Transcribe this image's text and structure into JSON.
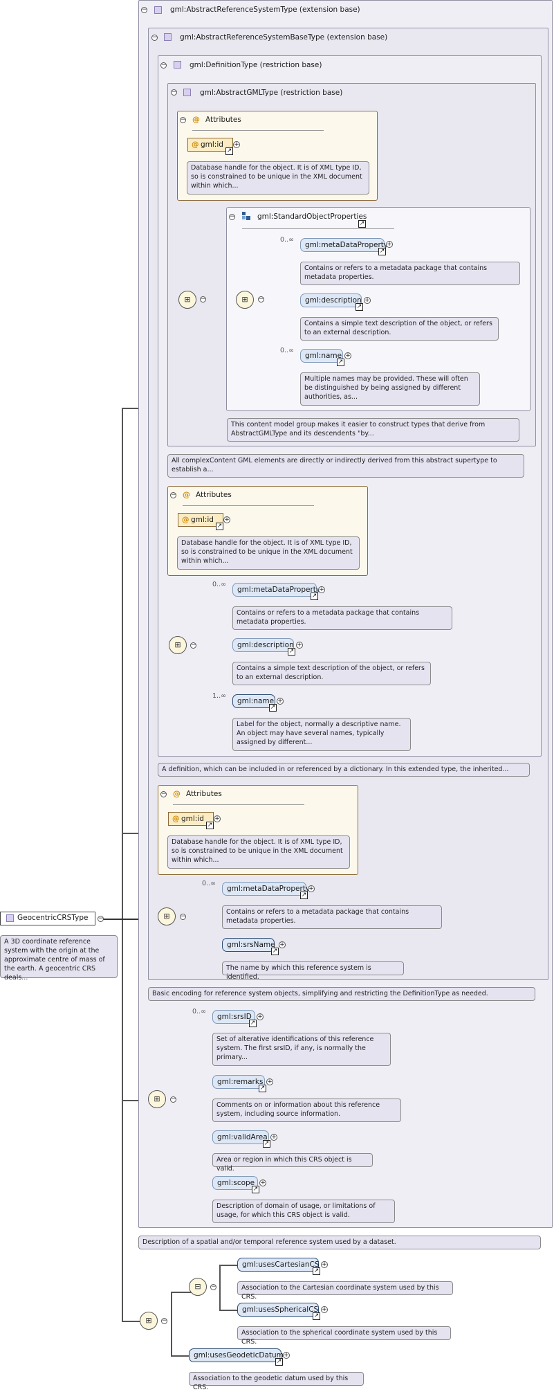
{
  "headers": {
    "abstract_reference_system_type": "gml:AbstractReferenceSystemType (extension base)",
    "abstract_reference_system_base_type": "gml:AbstractReferenceSystemBaseType (extension base)",
    "definition_type": "gml:DefinitionType (restriction base)",
    "abstract_gml_type": "gml:AbstractGMLType (restriction base)",
    "attributes": "Attributes",
    "standard_object_properties": "gml:StandardObjectProperties"
  },
  "elements": {
    "id": "gml:id",
    "metaDataProperty": "gml:metaDataProperty",
    "description": "gml:description",
    "name": "gml:name",
    "srsName": "gml:srsName",
    "srsID": "gml:srsID",
    "remarks": "gml:remarks",
    "validArea": "gml:validArea",
    "scope": "gml:scope",
    "usesCartesianCS": "gml:usesCartesianCS",
    "usesSphericalCS": "gml:usesSphericalCS",
    "usesGeodeticDatum": "gml:usesGeodeticDatum",
    "root": "GeocentricCRSType"
  },
  "cardinality": {
    "zero_many": "0..∞",
    "one_many": "1..∞"
  },
  "docs": {
    "id": "Database handle for the object. It is of XML type ID, so is constrained to be unique in the XML document within which...",
    "metaDataProperty": "Contains or refers to a metadata package that contains metadata properties.",
    "description": "Contains a simple text description of the object, or refers to an external description.",
    "name_multiple": "Multiple names may be provided. These will often be distinguished by being assigned by different authorities, as...",
    "std_props": "This content model group makes it easier to construct types that derive from AbstractGMLType and its descendents \"by...",
    "gml_root": "All complexContent GML elements are directly or indirectly derived from this abstract supertype to establish a...",
    "name_label": "Label for the object, normally a descriptive name. An object may have several names, typically assigned by different...",
    "definition": "A definition, which can be included in or referenced by a dictionary. In this extended type, the inherited...",
    "srsName": "The name by which this reference system is identified.",
    "base_encoding": "Basic encoding for reference system objects, simplifying and restricting the DefinitionType as needed.",
    "srsID": "Set of alterative identifications of this reference system. The first srsID, if any, is normally the primary...",
    "remarks": "Comments on or information about this reference system, including source information.",
    "validArea": "Area or region in which this CRS object is valid.",
    "scope": "Description of domain of usage, or limitations of usage, for which this CRS object is valid.",
    "reference_system": "Description of a spatial and/or temporal reference system used by a dataset.",
    "usesCartesianCS": "Association to the Cartesian coordinate system used by this CRS.",
    "usesSphericalCS": "Association to the spherical coordinate system used by this CRS.",
    "usesGeodeticDatum": "Association to the geodetic datum used by this CRS.",
    "root": "A 3D coordinate reference system with the origin at the approximate centre of mass of the earth. A geocentric CRS deals..."
  },
  "icons": {
    "collapse": "minus-circle",
    "expand": "plus-circle",
    "reference": "arrow-ne",
    "sequence": "sequence-compositor",
    "choice": "choice-compositor",
    "attribute": "at-sign",
    "type": "type-square",
    "group": "group-squares"
  },
  "colors": {
    "type_box": "#efeef5",
    "attributes_box": "#fdf8ec",
    "element": "#dde7f5",
    "documentation": "#e6e3f0",
    "attribute_element": "#fbecc4"
  }
}
